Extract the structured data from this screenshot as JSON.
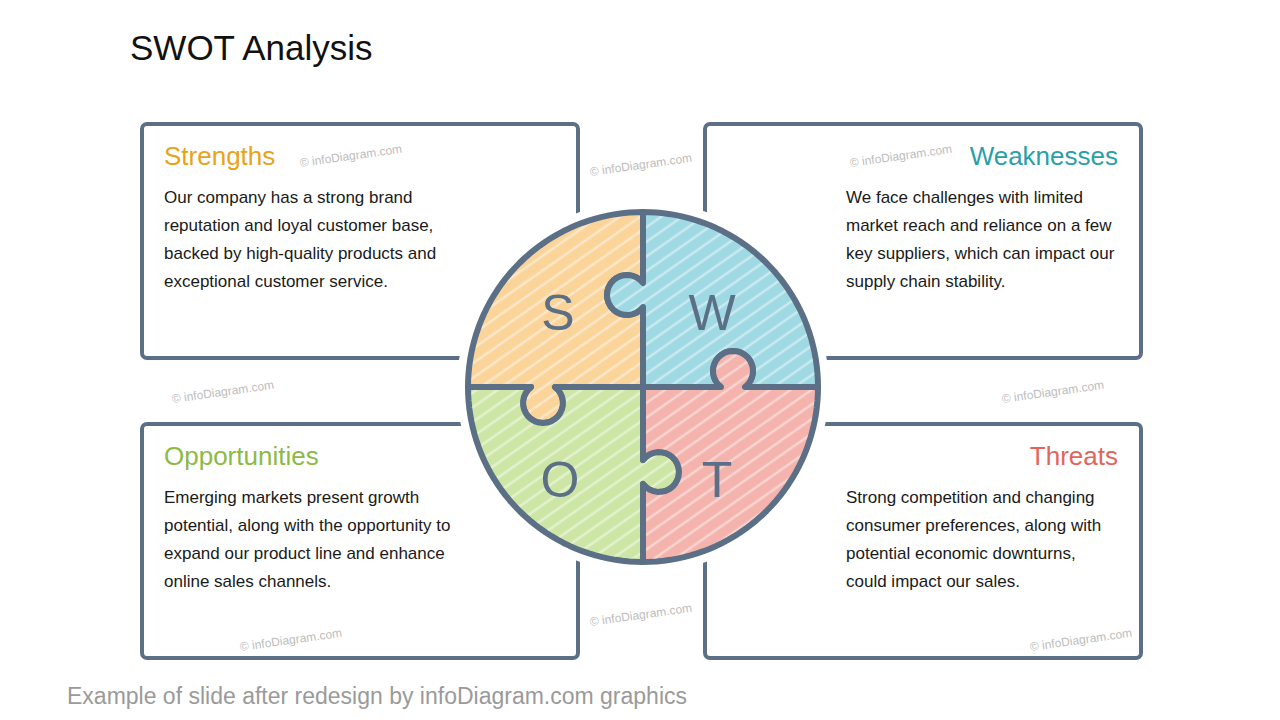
{
  "diagram": {
    "title": "SWOT Analysis",
    "caption": "Example of slide after redesign by infoDiagram.com graphics",
    "nodes": [
      {
        "text": [
          "Strengths",
          "Our company has a strong brand reputation and loyal customer base, backed by high-quality products and exceptional customer service."
        ]
      },
      {
        "text": [
          "Weaknesses",
          "We face challenges with limited market reach and reliance on a few key suppliers, which can impact our supply chain stability."
        ]
      },
      {
        "text": [
          "S"
        ]
      },
      {
        "text": [
          "W"
        ]
      },
      {
        "text": [
          "O"
        ]
      },
      {
        "text": [
          "T"
        ]
      },
      {
        "text": [
          "Opportunities",
          "Emerging markets present growth potential, along with the opportunity to expand our product line and enhance online sales channels."
        ]
      },
      {
        "text": [
          "Threats",
          "Strong competition and changing consumer preferences, along with potential economic downturns, could impact our sales."
        ]
      }
    ],
    "labels": [
      "© infoDiagram.com",
      "© infoDiagram.com",
      "© infoDiagram.com",
      "© infoDiagram.com",
      "© infoDiagram.com",
      "© infoDiagram.com",
      "© infoDiagram.com",
      "© infoDiagram.com"
    ]
  }
}
